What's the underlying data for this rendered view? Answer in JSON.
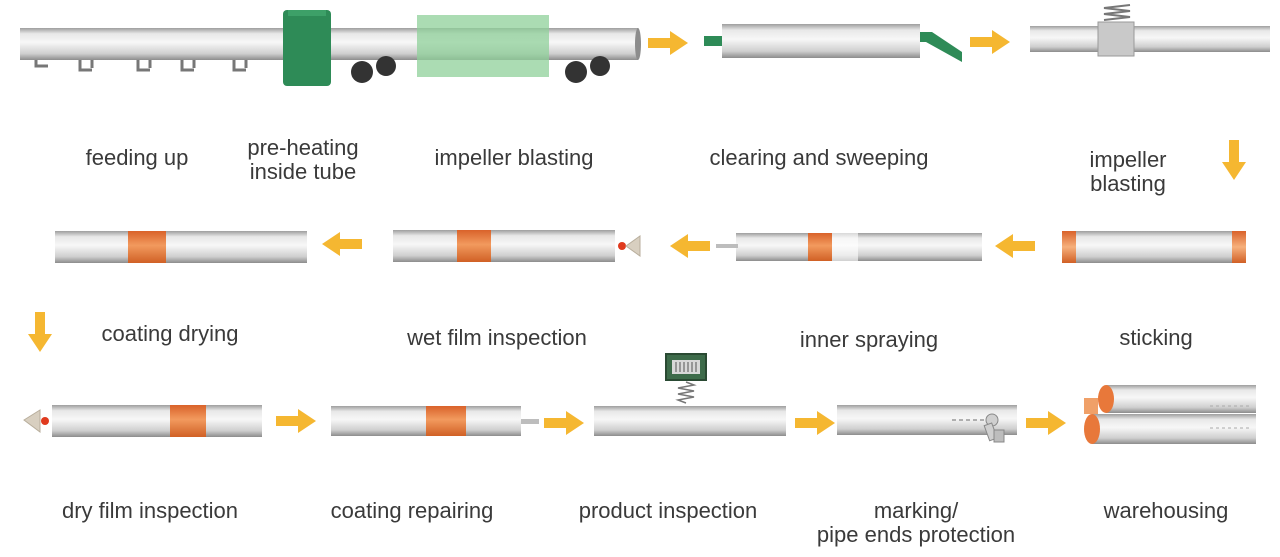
{
  "steps": {
    "feeding_up": "feeding up",
    "pre_heating": "pre-heating\ninside tube",
    "impeller_blasting_1": "impeller blasting",
    "clearing": "clearing and sweeping",
    "impeller_blasting_2": "impeller blasting",
    "sticking": "sticking",
    "inner_spraying": "inner spraying",
    "wet_film": "wet film inspection",
    "coating_drying": "coating drying",
    "dry_film": "dry film inspection",
    "coating_repairing": "coating repairing",
    "product_inspection": "product inspection",
    "marking": "marking/\npipe ends protection",
    "warehousing": "warehousing"
  },
  "colors": {
    "pipe_light": "#f4f4f4",
    "pipe_mid": "#d4d4d4",
    "pipe_dark": "#9e9e9e",
    "coating_orange": "#e8783a",
    "arrow_yellow": "#f5b731",
    "heater_green": "#2e8b57",
    "blaster_green": "#8fd09a",
    "roller_dark": "#333333",
    "text": "#3a3a3a"
  },
  "icons": [
    "right-arrow-icon",
    "left-arrow-icon",
    "down-arrow-icon",
    "spray-nozzle-icon",
    "inspection-gauge-icon",
    "marking-tool-icon",
    "spring-icon"
  ]
}
